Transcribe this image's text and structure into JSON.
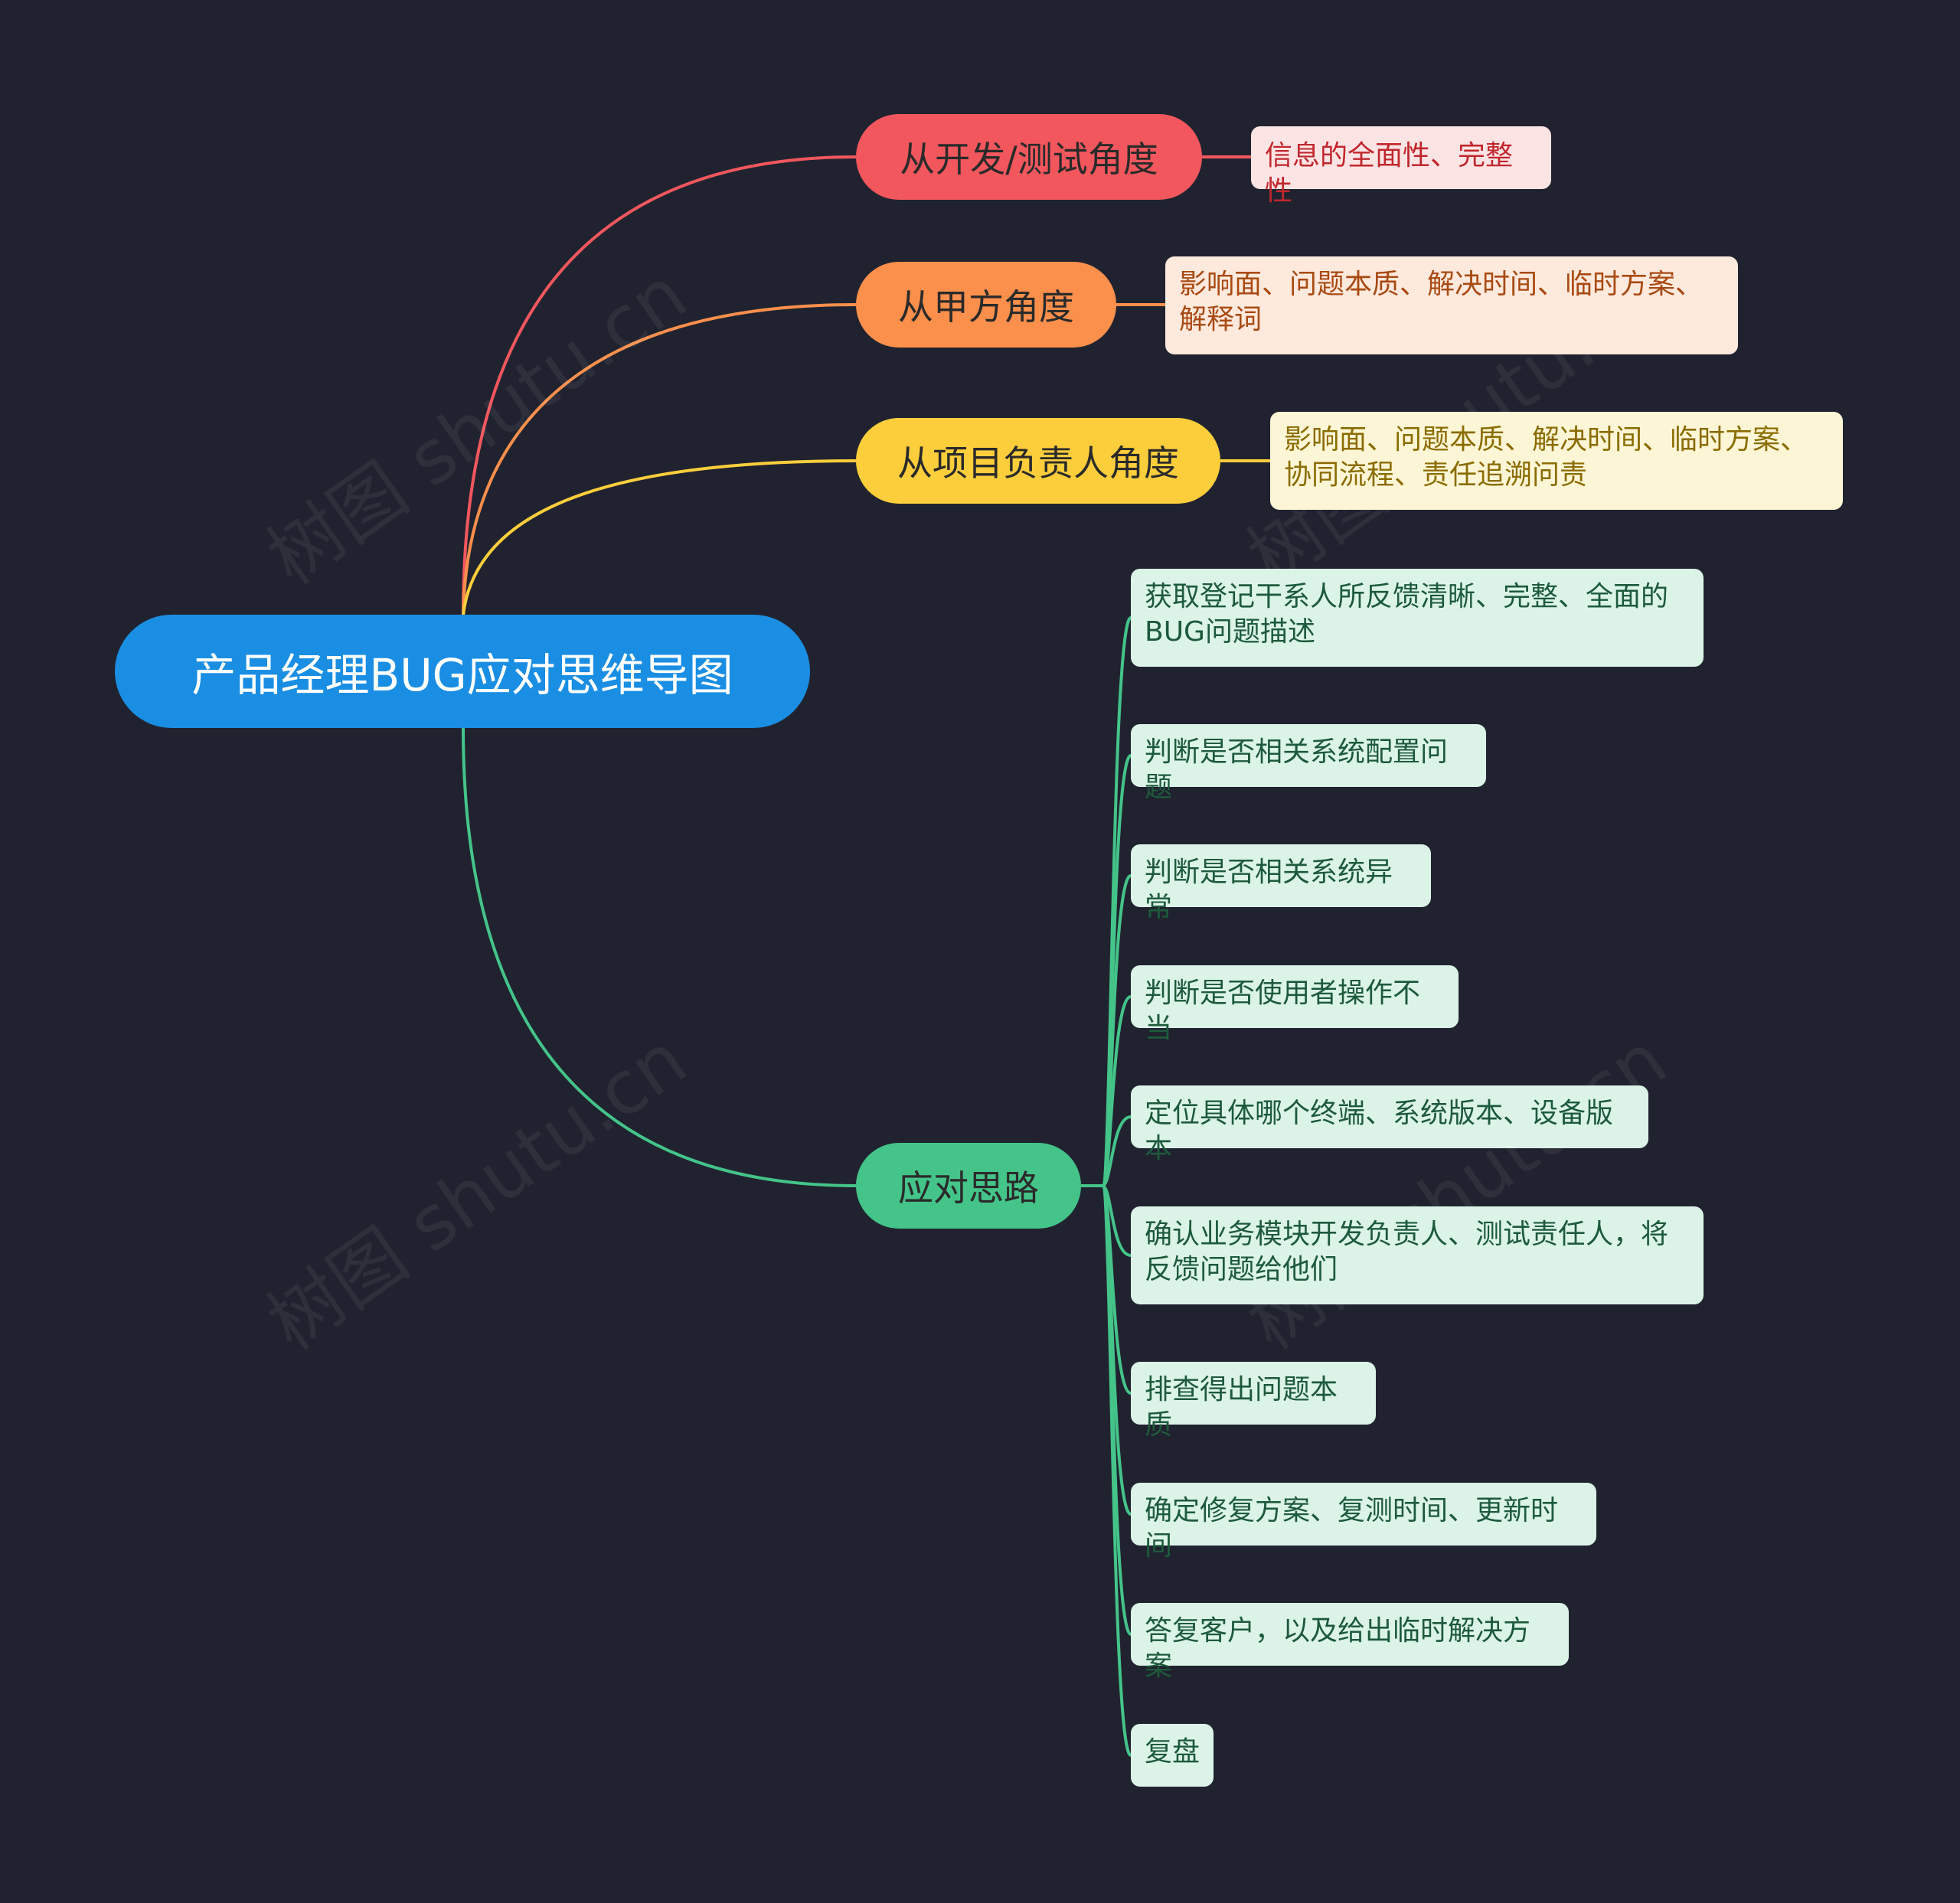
{
  "root": {
    "label": "产品经理BUG应对思维导图"
  },
  "branches": [
    {
      "label": "从开发/测试角度",
      "color": "#f2575e",
      "children": [
        "信息的全面性、完整性"
      ]
    },
    {
      "label": "从甲方角度",
      "color": "#fb8f4c",
      "children": [
        "影响面、问题本质、解决时间、临时方案、解释词"
      ]
    },
    {
      "label": "从项目负责人角度",
      "color": "#fdce3c",
      "children": [
        "影响面、问题本质、解决时间、临时方案、协同流程、责任追溯问责"
      ]
    },
    {
      "label": "应对思路",
      "color": "#44c489",
      "children": [
        "获取登记干系人所反馈清晰、完整、全面的BUG问题描述",
        "判断是否相关系统配置问题",
        "判断是否相关系统异常",
        "判断是否使用者操作不当",
        "定位具体哪个终端、系统版本、设备版本",
        "确认业务模块开发负责人、测试责任人，将反馈问题给他们",
        "排查得出问题本质",
        "确定修复方案、复测时间、更新时间",
        "答复客户，以及给出临时解决方案",
        "复盘"
      ]
    }
  ],
  "watermark": "树图 shutu.cn"
}
